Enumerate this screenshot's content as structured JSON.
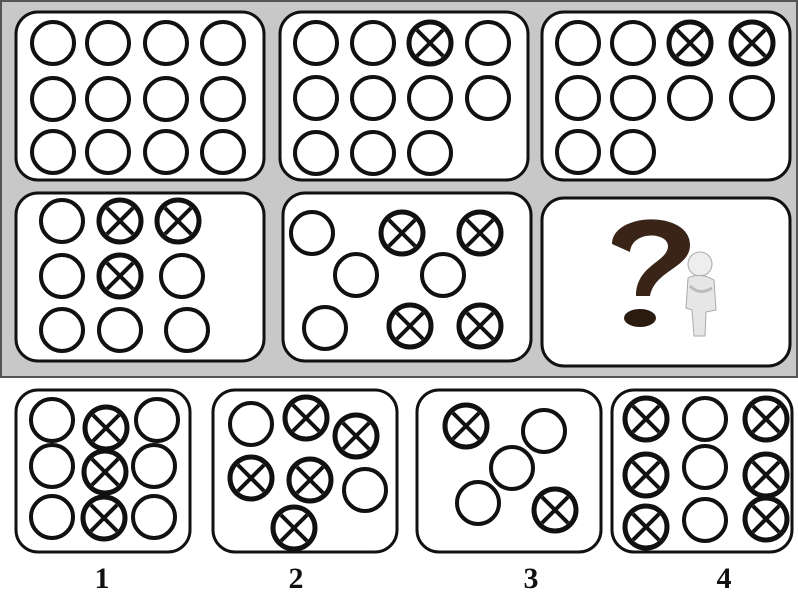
{
  "puzzle": {
    "panels": [
      {
        "id": "p1",
        "circles": [
          0,
          0,
          0,
          0,
          0,
          0,
          0,
          0,
          0,
          0,
          0,
          0
        ]
      },
      {
        "id": "p2",
        "circles": [
          0,
          0,
          1,
          0,
          0,
          0,
          0,
          0,
          0,
          0,
          0
        ]
      },
      {
        "id": "p3",
        "circles": [
          0,
          0,
          1,
          1,
          0,
          0,
          0,
          0,
          0,
          0
        ]
      },
      {
        "id": "p4",
        "circles": [
          0,
          1,
          1,
          0,
          1,
          0,
          0,
          0,
          0
        ]
      },
      {
        "id": "p5",
        "circles": [
          0,
          1,
          1,
          0,
          0,
          0,
          1,
          1
        ]
      },
      {
        "id": "p6",
        "missing": true,
        "icon": "question-mark-figure-icon"
      }
    ],
    "options": [
      {
        "label": "1",
        "circles": [
          0,
          1,
          0,
          0,
          1,
          0,
          0,
          1,
          0
        ]
      },
      {
        "label": "2",
        "circles": [
          0,
          1,
          1,
          1,
          1,
          0,
          1
        ]
      },
      {
        "label": "3",
        "circles": [
          1,
          0,
          0,
          0,
          1
        ]
      },
      {
        "label": "4",
        "circles": [
          1,
          0,
          1,
          1,
          0,
          1,
          1,
          0,
          1
        ]
      }
    ]
  },
  "colors": {
    "frame_bg": "#c8c8c8",
    "stroke": "#111111",
    "panel_bg": "#ffffff",
    "question_mark": "#3a2418"
  }
}
